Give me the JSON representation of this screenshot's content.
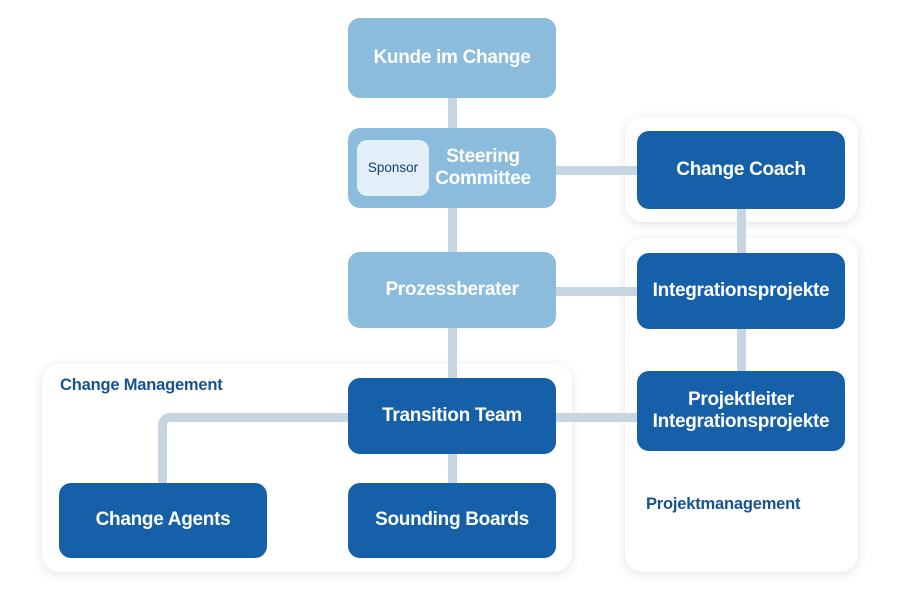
{
  "diagram": {
    "title": "Change Management / Projektmanagement Organisation",
    "background": "#ffffff",
    "colors": {
      "light_blue": "#8BBCDB",
      "dark_blue": "#1560A8",
      "chip_blue": "#E3EFF8",
      "chip_text": "#12406E",
      "connector": "#C7D5E0",
      "group_label": "#17548F",
      "panel": "#ffffff"
    }
  },
  "groups": [
    {
      "id": "change-management",
      "label": "Change Management"
    },
    {
      "id": "projektmanagement",
      "label": "Projektmanagement"
    },
    {
      "id": "change-coach-panel",
      "label": ""
    }
  ],
  "nodes": [
    {
      "id": "kunde-im-change",
      "label": "Kunde im Change",
      "style": "light",
      "level": 1
    },
    {
      "id": "steering-committee",
      "label": "Steering\nCommittee",
      "style": "light",
      "level": 2
    },
    {
      "id": "sponsor",
      "label": "Sponsor",
      "style": "chip",
      "level": 2
    },
    {
      "id": "change-coach",
      "label": "Change Coach",
      "style": "dark",
      "level": 2
    },
    {
      "id": "prozessberater",
      "label": "Prozessberater",
      "style": "light",
      "level": 3
    },
    {
      "id": "integrationsprojekte",
      "label": "Integrationsprojekte",
      "style": "dark",
      "level": 3
    },
    {
      "id": "transition-team",
      "label": "Transition Team",
      "style": "dark",
      "level": 4
    },
    {
      "id": "projektleiter",
      "label": "Projektleiter\nIntegrationsprojekte",
      "style": "dark",
      "level": 4
    },
    {
      "id": "change-agents",
      "label": "Change Agents",
      "style": "dark",
      "level": 5
    },
    {
      "id": "sounding-boards",
      "label": "Sounding Boards",
      "style": "dark",
      "level": 5
    }
  ],
  "connections": [
    {
      "from": "kunde-im-change",
      "to": "steering-committee",
      "kind": "vertical"
    },
    {
      "from": "steering-committee",
      "to": "change-coach",
      "kind": "horizontal"
    },
    {
      "from": "steering-committee",
      "to": "prozessberater",
      "kind": "vertical"
    },
    {
      "from": "change-coach",
      "to": "integrationsprojekte",
      "kind": "vertical"
    },
    {
      "from": "prozessberater",
      "to": "integrationsprojekte",
      "kind": "horizontal"
    },
    {
      "from": "prozessberater",
      "to": "transition-team",
      "kind": "vertical"
    },
    {
      "from": "integrationsprojekte",
      "to": "projektleiter",
      "kind": "vertical"
    },
    {
      "from": "transition-team",
      "to": "projektleiter",
      "kind": "horizontal"
    },
    {
      "from": "transition-team",
      "to": "change-agents",
      "kind": "elbow"
    },
    {
      "from": "transition-team",
      "to": "sounding-boards",
      "kind": "vertical"
    }
  ]
}
